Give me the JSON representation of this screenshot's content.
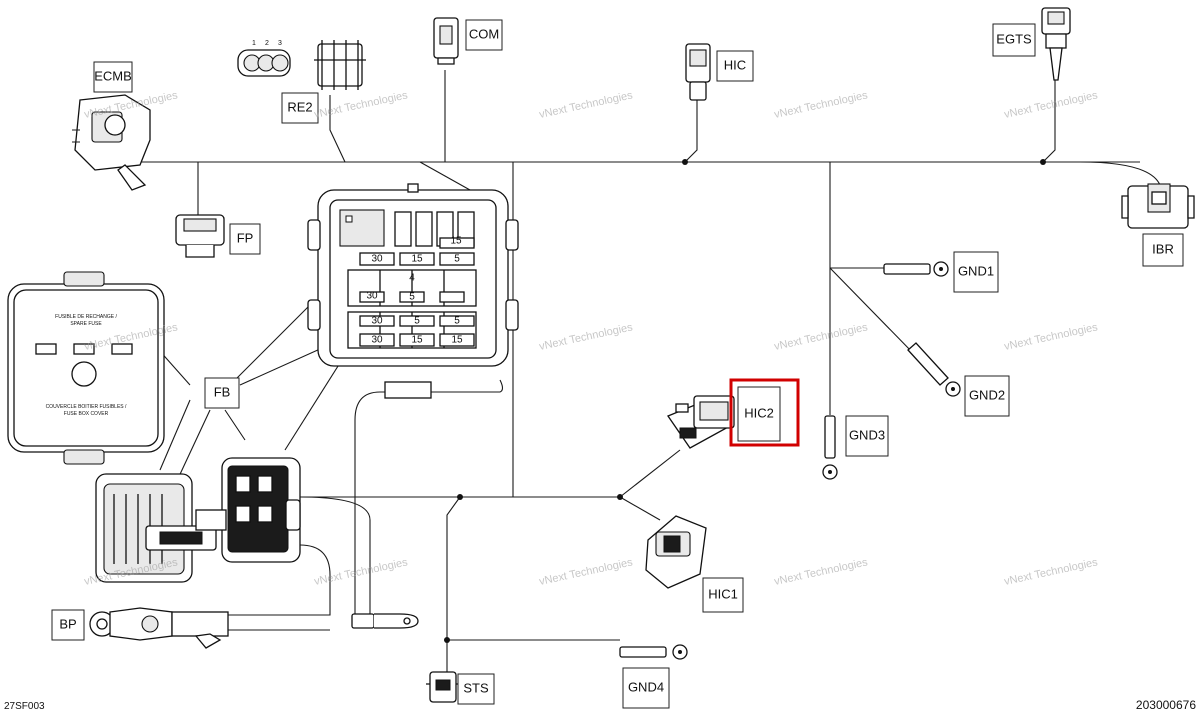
{
  "labels": {
    "ecmb": "ECMB",
    "re2": "RE2",
    "com": "COM",
    "hic": "HIC",
    "egts": "EGTS",
    "fp": "FP",
    "ibr": "IBR",
    "gnd1": "GND1",
    "gnd2": "GND2",
    "gnd3": "GND3",
    "hic2": "HIC2",
    "fb": "FB",
    "hic1": "HIC1",
    "bp": "BP",
    "sts": "STS",
    "gnd4": "GND4"
  },
  "re2_pins": [
    "1",
    "2",
    "3"
  ],
  "fuse_box": {
    "row1": [
      "30",
      "15",
      "5"
    ],
    "row2": [
      "30",
      "4",
      "5"
    ],
    "row3": [
      "30",
      "5",
      "5"
    ],
    "row4": [
      "30",
      "15",
      "15"
    ],
    "top_right": "15"
  },
  "fuse_cover": {
    "title_line1": "FUSIBLE DE RECHANGE /",
    "title_line2": "SPARE FUSE",
    "bottom_line1": "COUVERCLE BOITIER FUSIBLES /",
    "bottom_line2": "FUSE BOX COVER"
  },
  "watermark": {
    "line1": "vNext",
    "line2": "Technologies",
    "combined": "vNext Technologies"
  },
  "highlight_target": "HIC2",
  "footer": {
    "left_code": "27SF003",
    "right_code": "203000676"
  }
}
